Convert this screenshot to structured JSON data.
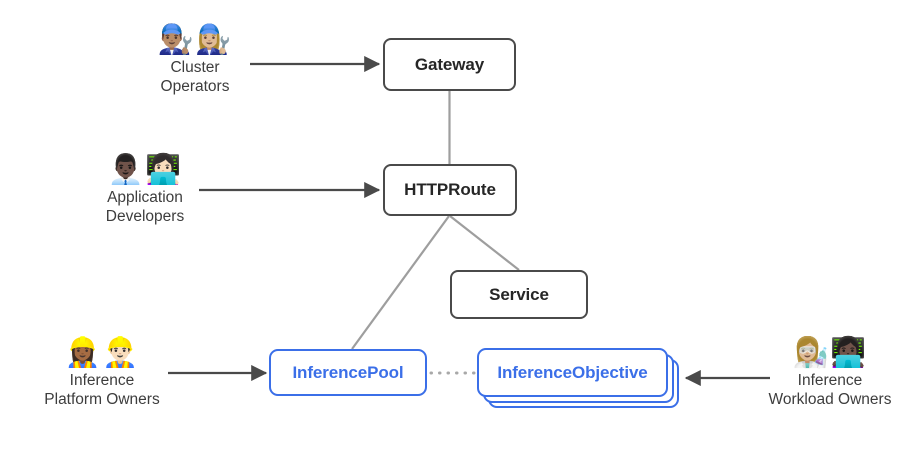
{
  "diagram": {
    "title": "Gateway API Inference Extension personas and resources",
    "colors": {
      "box_border": "#4a4a4a",
      "box_text": "#262626",
      "accent_blue": "#3b6fe8",
      "connector_gray": "#9e9e9e",
      "arrow_dark": "#4a4a4a",
      "label_text": "#3d3d3d",
      "background": "#ffffff"
    },
    "nodes": [
      {
        "id": "gateway",
        "label": "Gateway",
        "style": "dark"
      },
      {
        "id": "httproute",
        "label": "HTTPRoute",
        "style": "dark"
      },
      {
        "id": "service",
        "label": "Service",
        "style": "dark"
      },
      {
        "id": "inferencepool",
        "label": "InferencePool",
        "style": "blue"
      },
      {
        "id": "inferenceobjective",
        "label": "InferenceObjective",
        "style": "blue-stack",
        "stack_layers": 3
      }
    ],
    "personas": [
      {
        "id": "cluster-operators",
        "label": "Cluster\nOperators",
        "emoji": "👨🏽‍🔧👩🏼‍🔧",
        "targets": "gateway"
      },
      {
        "id": "application-developers",
        "label": "Application\nDevelopers",
        "emoji": "👨🏿‍💼👩🏻‍💻",
        "targets": "httproute"
      },
      {
        "id": "inference-platform",
        "label": "Inference\nPlatform Owners",
        "emoji": "👷🏾‍♀️👷🏻‍♂️",
        "targets": "inferencepool"
      },
      {
        "id": "inference-workload",
        "label": "Inference\nWorkload Owners",
        "emoji": "👩🏼‍🔬👩🏿‍💻",
        "targets": "inferenceobjective"
      }
    ],
    "connections": [
      {
        "from": "gateway",
        "to": "httproute",
        "kind": "line"
      },
      {
        "from": "httproute",
        "to": "inferencepool",
        "kind": "line"
      },
      {
        "from": "httproute",
        "to": "service",
        "kind": "line"
      },
      {
        "from": "inferencepool",
        "to": "inferenceobjective",
        "kind": "dotted"
      }
    ]
  }
}
